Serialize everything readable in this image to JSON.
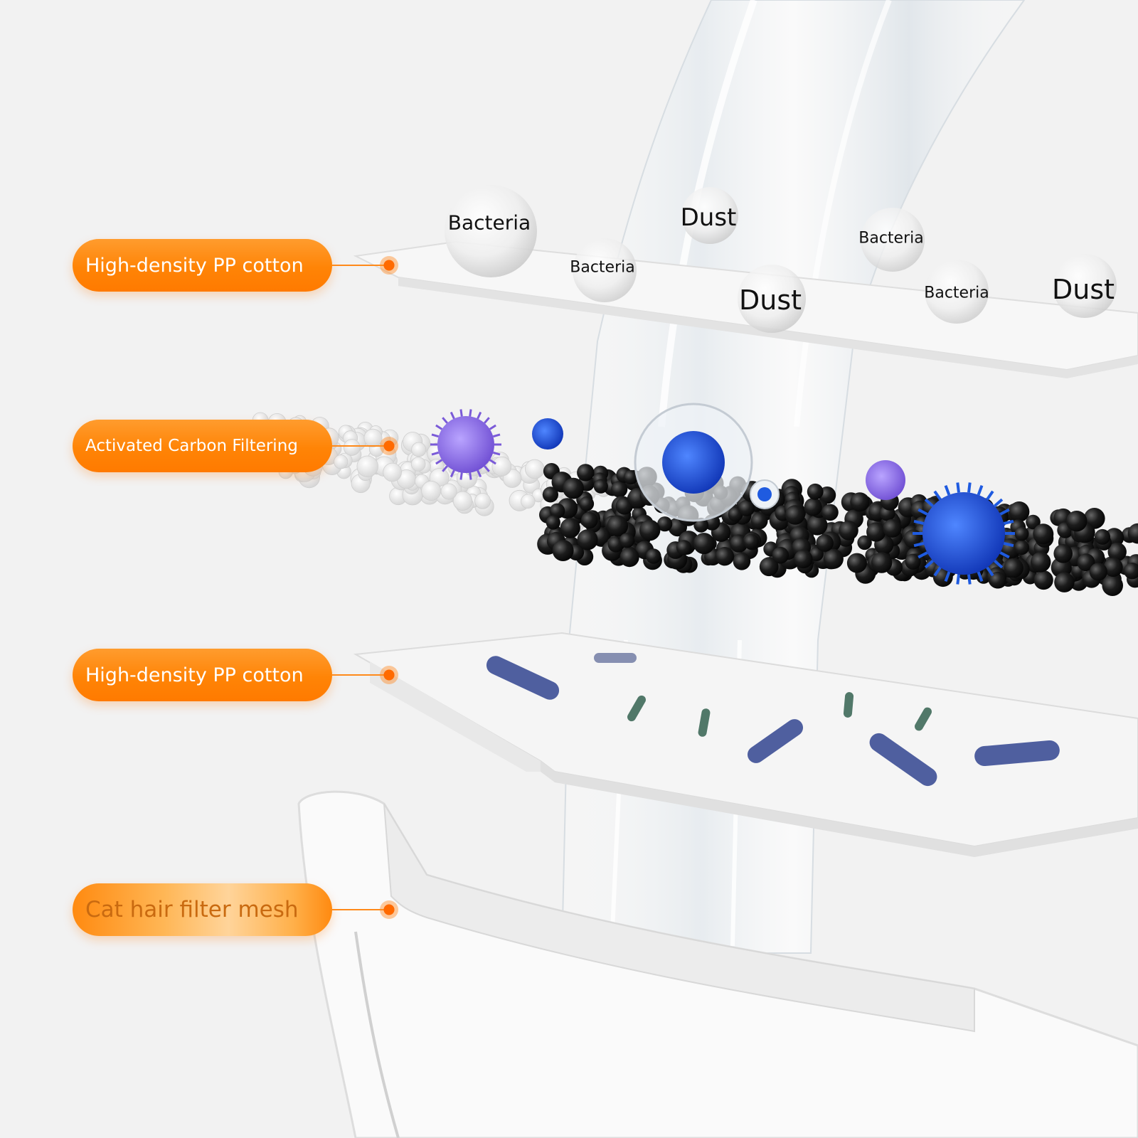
{
  "labels": [
    {
      "text": "High-density PP cotton"
    },
    {
      "text": "Activated Carbon Filtering"
    },
    {
      "text": "High-density PP cotton"
    },
    {
      "text": "Cat hair filter mesh"
    }
  ],
  "particles": [
    {
      "text": "Bacteria"
    },
    {
      "text": "Dust"
    },
    {
      "text": "Bacteria"
    },
    {
      "text": "Bacteria"
    },
    {
      "text": "Dust"
    },
    {
      "text": "Bacteria"
    },
    {
      "text": "Dust"
    }
  ],
  "colors": {
    "accent": "#ff8406",
    "background": "#f2f2f2",
    "carbon": "#1a1a1a",
    "bacteria_blue": "#1f5be0",
    "bacteria_purple": "#8a6ae0"
  }
}
